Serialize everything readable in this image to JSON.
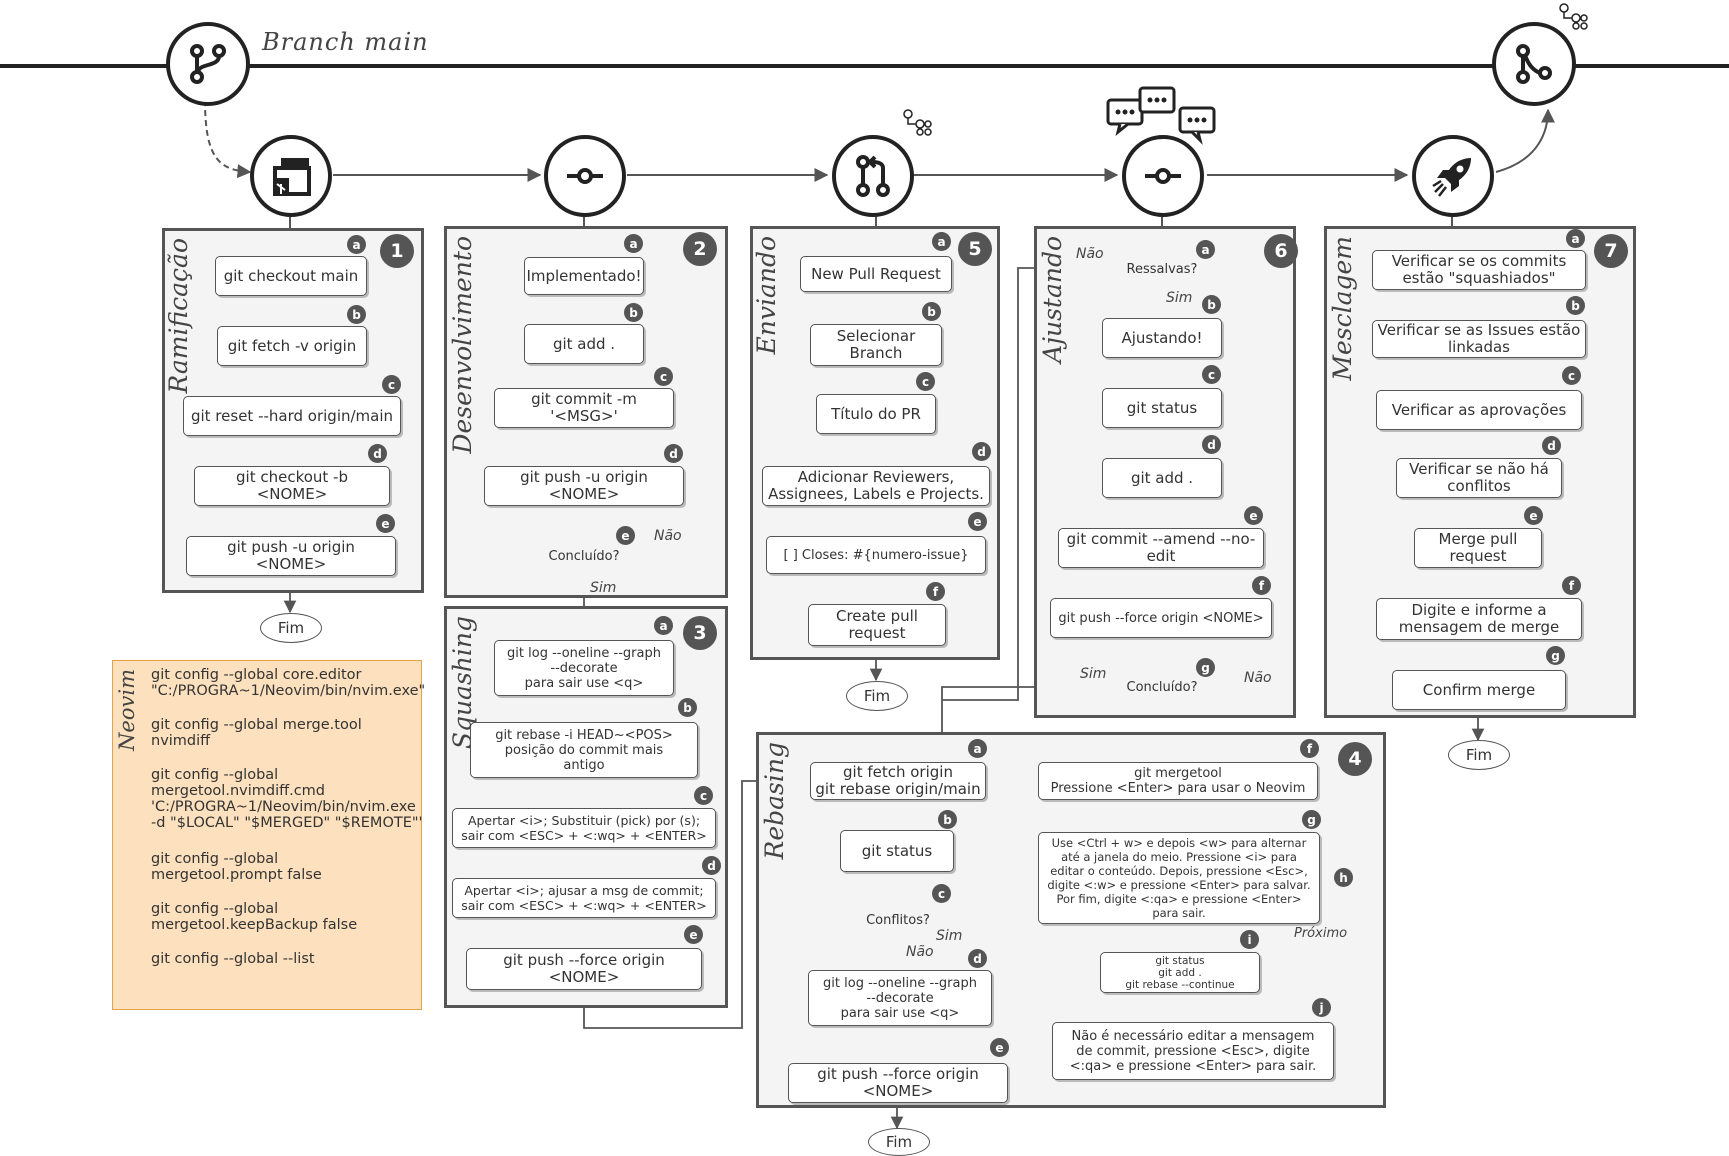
{
  "branch_title": "Branch main",
  "panels": {
    "p1": {
      "title": "Ramificação",
      "number": "1",
      "steps": [
        {
          "badge": "a",
          "text": "git checkout main"
        },
        {
          "badge": "b",
          "text": "git fetch -v origin"
        },
        {
          "badge": "c",
          "text": "git reset --hard origin/main"
        },
        {
          "badge": "d",
          "text": "git checkout -b <NOME>"
        },
        {
          "badge": "e",
          "text": "git push -u origin <NOME>"
        }
      ],
      "end": "Fim"
    },
    "p2": {
      "title": "Desenvolvimento",
      "number": "2",
      "steps": [
        {
          "badge": "a",
          "text": "Implementado!"
        },
        {
          "badge": "b",
          "text": "git add ."
        },
        {
          "badge": "c",
          "text": "git commit -m '<MSG>'"
        },
        {
          "badge": "d",
          "text": "git push -u origin <NOME>"
        },
        {
          "badge": "e",
          "text": "Concluído?"
        }
      ],
      "yes": "Sim",
      "no": "Não"
    },
    "p3": {
      "title": "Squashing",
      "number": "3",
      "steps": [
        {
          "badge": "a",
          "text": "git log --oneline --graph\n--decorate\npara sair use <q>"
        },
        {
          "badge": "b",
          "text": "git rebase -i HEAD~<POS>\nposição do commit mais\nantigo"
        },
        {
          "badge": "c",
          "text": "Apertar <i>; Substituir (pick) por (s);\nsair com <ESC> + <:wq> + <ENTER>"
        },
        {
          "badge": "d",
          "text": "Apertar <i>; ajusar a msg de commit;\nsair com <ESC> + <:wq> + <ENTER>"
        },
        {
          "badge": "e",
          "text": "git push --force origin <NOME>"
        }
      ]
    },
    "p4": {
      "title": "Rebasing",
      "number": "4",
      "steps": [
        {
          "badge": "a",
          "text": "git fetch origin\ngit rebase origin/main"
        },
        {
          "badge": "b",
          "text": "git status"
        },
        {
          "badge": "c",
          "text": "Conflitos?"
        },
        {
          "badge": "d",
          "text": "git log --oneline --graph\n--decorate\npara sair use <q>"
        },
        {
          "badge": "e",
          "text": "git push --force origin <NOME>"
        },
        {
          "badge": "f",
          "text": "git mergetool\nPressione <Enter> para usar o Neovim"
        },
        {
          "badge": "g",
          "text": "Use <Ctrl + w> e depois <w> para alternar\naté a janela do meio. Pressione <i> para\neditar o conteúdo. Depois, pressione <Esc>,\ndigite <:w> e pressione <Enter> para salvar.\nPor fim, digite <:qa> e pressione <Enter>\npara sair."
        },
        {
          "badge": "h",
          "text": "Próximo"
        },
        {
          "badge": "i",
          "text": "git status\ngit add .\ngit rebase --continue"
        },
        {
          "badge": "j",
          "text": "Não é necessário editar a mensagem\nde commit, pressione <Esc>, digite\n<:qa> e pressione <Enter> para sair."
        }
      ],
      "yes": "Sim",
      "no": "Não",
      "end": "Fim"
    },
    "p5": {
      "title": "Enviando",
      "number": "5",
      "steps": [
        {
          "badge": "a",
          "text": "New Pull Request"
        },
        {
          "badge": "b",
          "text": "Selecionar\nBranch"
        },
        {
          "badge": "c",
          "text": "Título do PR"
        },
        {
          "badge": "d",
          "text": "Adicionar Reviewers,\nAssignees, Labels e Projects."
        },
        {
          "badge": "e",
          "text": "[ ] Closes: #{numero-issue}"
        },
        {
          "badge": "f",
          "text": "Create pull\nrequest"
        }
      ],
      "end": "Fim"
    },
    "p6": {
      "title": "Ajustando",
      "number": "6",
      "steps": [
        {
          "badge": "a",
          "text": "Ressalvas?"
        },
        {
          "badge": "b",
          "text": "Ajustando!"
        },
        {
          "badge": "c",
          "text": "git status"
        },
        {
          "badge": "d",
          "text": "git add ."
        },
        {
          "badge": "e",
          "text": "git commit --amend --no-\nedit"
        },
        {
          "badge": "f",
          "text": "git push --force origin <NOME>"
        },
        {
          "badge": "g",
          "text": "Concluído?"
        }
      ],
      "yes": "Sim",
      "no": "Não"
    },
    "p7": {
      "title": "Mesclagem",
      "number": "7",
      "steps": [
        {
          "badge": "a",
          "text": "Verificar se os commits\nestão \"squashiados\""
        },
        {
          "badge": "b",
          "text": "Verificar se as Issues estão\nlinkadas"
        },
        {
          "badge": "c",
          "text": "Verificar as aprovações"
        },
        {
          "badge": "d",
          "text": "Verificar se não há\nconflitos"
        },
        {
          "badge": "e",
          "text": "Merge pull\nrequest"
        },
        {
          "badge": "f",
          "text": "Digite e informe a\nmensagem de merge"
        },
        {
          "badge": "g",
          "text": "Confirm merge"
        }
      ],
      "end": "Fim"
    }
  },
  "note": {
    "title": "Neovim",
    "lines": [
      "git config --global core.editor\n\"C:/PROGRA~1/Neovim/bin/nvim.exe\"",
      "git config --global merge.tool\nnvimdiff",
      "git config --global\nmergetool.nvimdiff.cmd\n'C:/PROGRA~1/Neovim/bin/nvim.exe\n-d \"$LOCAL\" \"$MERGED\" \"$REMOTE\"'",
      "git config --global\nmergetool.prompt false",
      "git config --global\nmergetool.keepBackup false",
      "git config --global --list"
    ]
  },
  "icons": [
    "branch-icon",
    "git-branch-icon",
    "commit-icon",
    "pull-request-icon",
    "comments-icon",
    "commit-icon",
    "rocket-icon",
    "merge-icon",
    "workflow-icon"
  ],
  "colors": {
    "panel_bg": "#f4f4f4",
    "stroke": "#555555",
    "note_bg": "#fde0bd",
    "note_border": "#e0a24a"
  }
}
